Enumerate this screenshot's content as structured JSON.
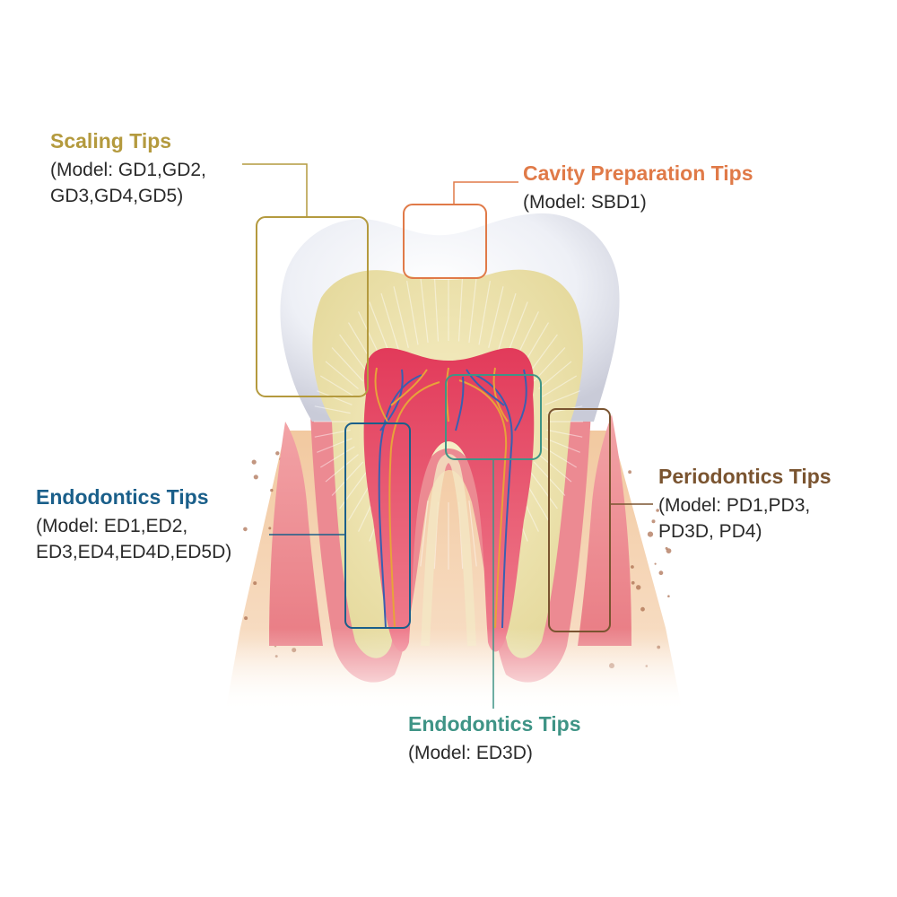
{
  "colors": {
    "scaling": "#b49a3e",
    "cavity": "#e07a48",
    "endo_left": "#1a5f8a",
    "perio": "#7a5430",
    "endo_bottom": "#3f9486",
    "text": "#2a2a2a"
  },
  "labels": {
    "scaling": {
      "title": "Scaling Tips",
      "line1": "(Model: GD1,GD2,",
      "line2": "GD3,GD4,GD5)"
    },
    "cavity": {
      "title": "Cavity Preparation Tips",
      "line1": "(Model: SBD1)"
    },
    "endo_left": {
      "title": "Endodontics Tips",
      "line1": "(Model: ED1,ED2,",
      "line2": "ED3,ED4,ED4D,ED5D)"
    },
    "perio": {
      "title": "Periodontics Tips",
      "line1": "(Model: PD1,PD3,",
      "line2": "PD3D, PD4)"
    },
    "endo_bottom": {
      "title": "Endodontics Tips",
      "line1": "(Model: ED3D)"
    }
  }
}
